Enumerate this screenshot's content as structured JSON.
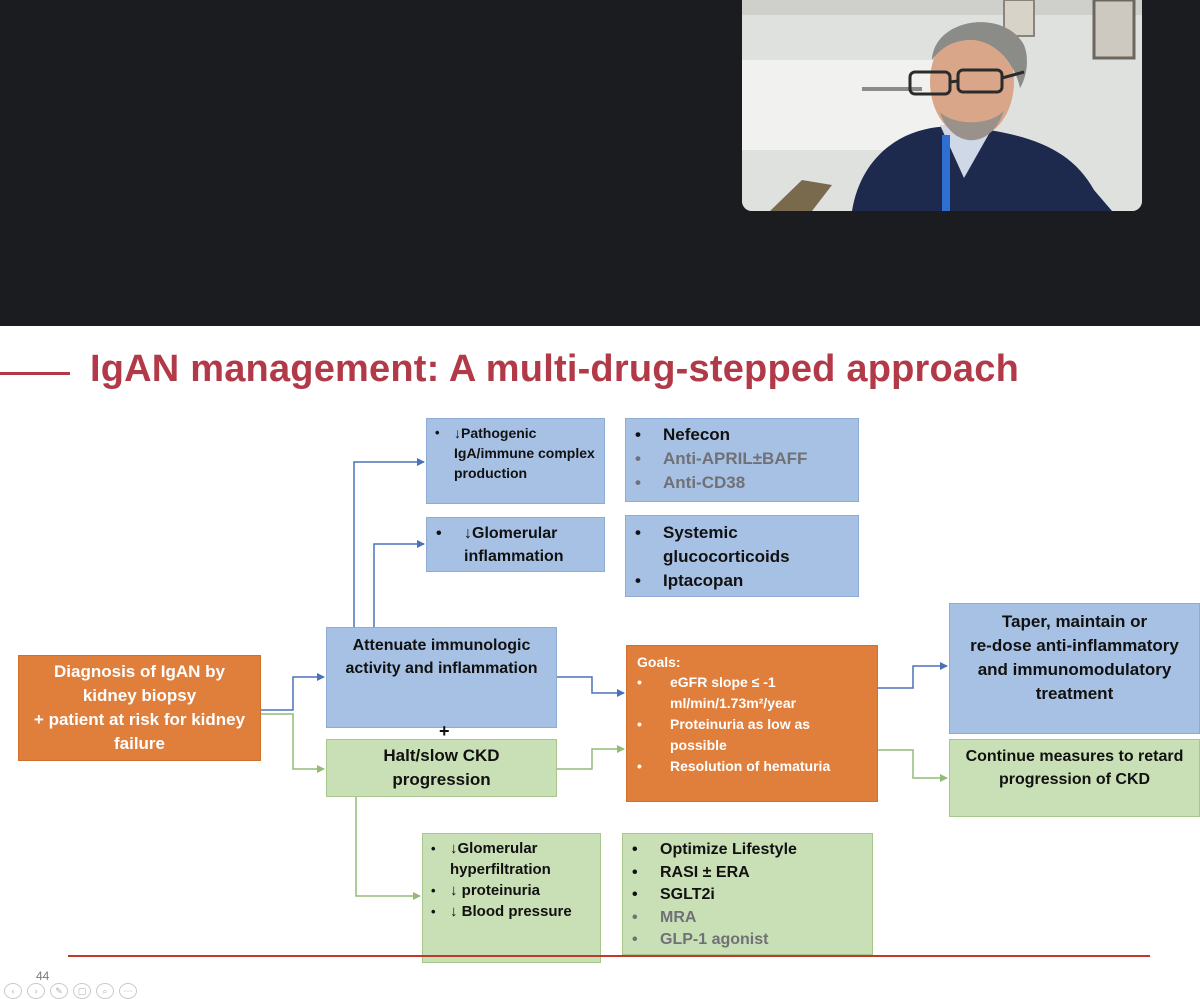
{
  "slide": {
    "title": "IgAN management: A multi-drug-stepped approach",
    "page_number": "44"
  },
  "diagram": {
    "diagnosis": [
      "Diagnosis of IgAN by",
      "kidney biopsy",
      "+ patient at risk for kidney",
      "failure"
    ],
    "attenuate": [
      "Attenuate immunologic",
      "activity and inflammation"
    ],
    "plus": "+",
    "halt": [
      "Halt/slow CKD",
      "progression"
    ],
    "pathogenic": [
      "↓Pathogenic IgA/immune complex production"
    ],
    "drugs_pathogenic": [
      {
        "text": "Nefecon",
        "muted": false
      },
      {
        "text": "Anti-APRIL±BAFF",
        "muted": true
      },
      {
        "text": "Anti-CD38",
        "muted": true
      }
    ],
    "inflammation": [
      "↓Glomerular inflammation"
    ],
    "drugs_inflammation": [
      {
        "text": "Systemic glucocorticoids",
        "muted": false
      },
      {
        "text": "Iptacopan",
        "muted": false
      }
    ],
    "goals_heading": "Goals:",
    "goals": [
      "eGFR slope ≤ -1 ml/min/1.73m²/year",
      "Proteinuria as low as possible",
      "Resolution of hematuria"
    ],
    "taper": [
      "Taper, maintain or",
      "re-dose  anti-inflammatory",
      "and immunomodulatory",
      "treatment"
    ],
    "continue": [
      "Continue measures to retard",
      "progression of CKD"
    ],
    "hyperfiltration": [
      "↓Glomerular hyperfiltration",
      "↓ proteinuria",
      "↓ Blood pressure"
    ],
    "drugs_ckd": [
      {
        "text": "Optimize Lifestyle",
        "muted": false
      },
      {
        "text": "RASI ± ERA",
        "muted": false
      },
      {
        "text": "SGLT2i",
        "muted": false
      },
      {
        "text": "MRA",
        "muted": true
      },
      {
        "text": "GLP-1 agonist",
        "muted": true
      }
    ]
  },
  "viewer_controls": [
    "‹",
    "›",
    "✎",
    "▢",
    "⌕",
    "⋯"
  ],
  "colors": {
    "title_red": "#b23a48",
    "blue_box": "#a7c1e4",
    "green_box": "#c9dfb5",
    "orange_box": "#e07e3c",
    "blue_arrow": "#4a72b8",
    "green_arrow": "#93bb78",
    "video_background": "#1b1c1f"
  }
}
